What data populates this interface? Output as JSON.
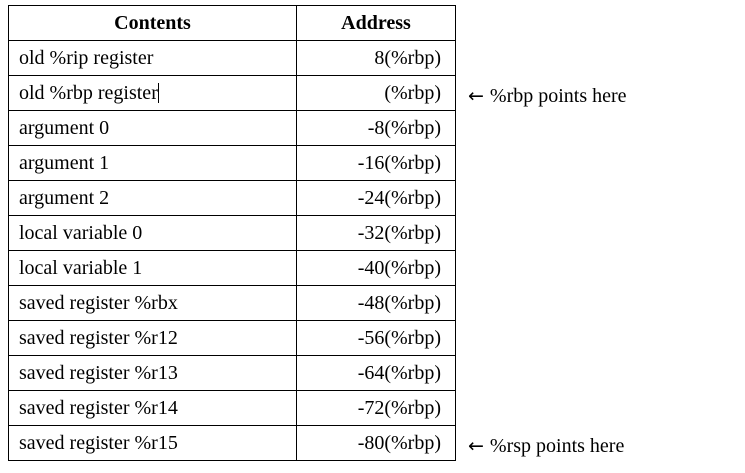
{
  "table": {
    "columns": [
      {
        "key": "contents",
        "label": "Contents"
      },
      {
        "key": "address",
        "label": "Address"
      }
    ],
    "rows": [
      {
        "contents": "old %rip register",
        "address": "8(%rbp)",
        "caret": false
      },
      {
        "contents": "old %rbp register",
        "address": "(%rbp)",
        "caret": true
      },
      {
        "contents": "argument 0",
        "address": "-8(%rbp)",
        "caret": false
      },
      {
        "contents": "argument 1",
        "address": "-16(%rbp)",
        "caret": false
      },
      {
        "contents": "argument 2",
        "address": "-24(%rbp)",
        "caret": false
      },
      {
        "contents": "local variable 0",
        "address": "-32(%rbp)",
        "caret": false
      },
      {
        "contents": "local variable 1",
        "address": "-40(%rbp)",
        "caret": false
      },
      {
        "contents": "saved register %rbx",
        "address": "-48(%rbp)",
        "caret": false
      },
      {
        "contents": "saved register %r12",
        "address": "-56(%rbp)",
        "caret": false
      },
      {
        "contents": "saved register %r13",
        "address": "-64(%rbp)",
        "caret": false
      },
      {
        "contents": "saved register %r14",
        "address": "-72(%rbp)",
        "caret": false
      },
      {
        "contents": "saved register %r15",
        "address": "-80(%rbp)",
        "caret": false
      }
    ]
  },
  "annotations": {
    "arrow_glyph": "←",
    "rbp": {
      "text": "%rbp points here",
      "row_index": 1
    },
    "rsp": {
      "text": "%rsp points here",
      "row_index": 11
    }
  },
  "colors": {
    "background": "#ffffff",
    "text": "#000000",
    "border": "#000000"
  }
}
